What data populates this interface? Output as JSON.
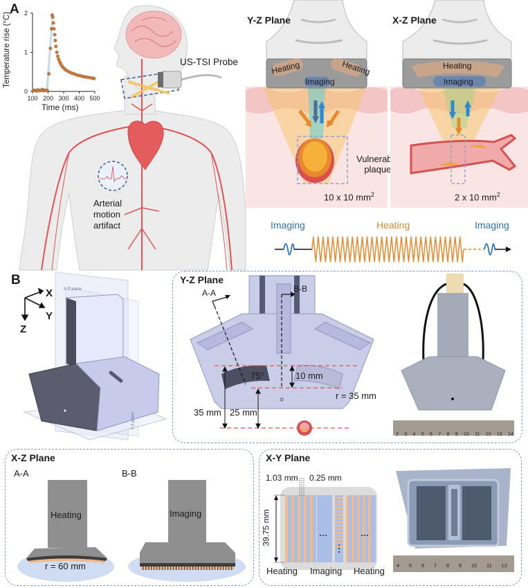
{
  "figure": {
    "panel_a": {
      "letter": "A",
      "inset_chart": {
        "ylabel": "Temperature rise (°C)",
        "xlabel": "Time (ms)"
      },
      "probe_label": "US-TSI Probe",
      "artifact_label": [
        "Arterial",
        "motion",
        "artifact"
      ],
      "yz_plane": {
        "title": "Y-Z Plane",
        "heating_left": "Heating",
        "heating_right": "Heating",
        "imaging": "Imaging",
        "area": "10 x 10 mm",
        "area_sup": "2"
      },
      "xz_plane": {
        "title": "X-Z Plane",
        "heating": "Heating",
        "imaging": "Imaging",
        "area": "2 x 10 mm",
        "area_sup": "2"
      },
      "plaque_label": [
        "Vulnerable",
        "plaque"
      ],
      "sequence": {
        "imaging_left": "Imaging",
        "heating": "Heating",
        "imaging_right": "Imaging"
      }
    },
    "panel_b": {
      "letter": "B",
      "axes": {
        "x": "X",
        "y": "Y",
        "z": "Z"
      },
      "cad_plane_labels": [
        "X-Z plane",
        "Y-Z plane"
      ],
      "yz_section": {
        "title": "Y-Z Plane",
        "section_aa": "A-A",
        "section_bb": "B-B",
        "angle": "75°",
        "dim_10": "10 mm",
        "radius": "r = 35 mm",
        "dim_35": "35 mm",
        "dim_25": "25 mm"
      },
      "ruler_top_ticks": [
        "2",
        "3",
        "4",
        "5",
        "6",
        "7",
        "8",
        "9",
        "10",
        "11",
        "12",
        "13",
        "14"
      ],
      "xz_box": {
        "title": "X-Z Plane",
        "aa": "A-A",
        "bb": "B-B",
        "heating": "Heating",
        "imaging": "Imaging",
        "radius": "r = 60 mm"
      },
      "xy_box": {
        "title": "X-Y Plane",
        "pitch_left": "1.03 mm",
        "pitch_right": "0.25 mm",
        "height": "39.75 mm",
        "ellipsis": "···",
        "bottom_labels": [
          "Heating",
          "Imaging",
          "Heating"
        ]
      },
      "ruler_bottom_ticks": [
        "4",
        "5",
        "6",
        "7",
        "8",
        "9",
        "10",
        "11",
        "12"
      ]
    },
    "colors": {
      "heating_orange": "#e8892b",
      "imaging_blue": "#2e72b8",
      "artery_red": "#e05252",
      "dash_blue": "#7f98bf",
      "skin_pink": "#f9e0e0",
      "cad_blue": "#c9cde8",
      "transducer_gray": "#8f8f8f"
    }
  },
  "chart_data": {
    "type": "scatter",
    "title": "",
    "xlabel": "Time (ms)",
    "ylabel": "Temperature rise (°C)",
    "xlim": [
      100,
      500
    ],
    "ylim": [
      0,
      2
    ],
    "xticks": [
      100,
      200,
      300,
      400,
      500
    ],
    "yticks": [
      0,
      1,
      2
    ],
    "heating_window_ms": [
      185,
      225
    ],
    "series": [
      {
        "name": "Temperature rise",
        "x": [
          105,
          115,
          125,
          135,
          145,
          155,
          165,
          175,
          185,
          195,
          205,
          215,
          222,
          226,
          230,
          234,
          238,
          242,
          246,
          250,
          256,
          262,
          268,
          275,
          282,
          290,
          300,
          310,
          320,
          335,
          350,
          365,
          380,
          395,
          410,
          425,
          440,
          455,
          470,
          485,
          495
        ],
        "y": [
          0.02,
          0.03,
          0.01,
          0.04,
          0.02,
          0.03,
          0.05,
          0.02,
          0.03,
          0.02,
          0.45,
          1.1,
          1.6,
          1.95,
          1.9,
          1.75,
          1.6,
          1.45,
          1.3,
          1.15,
          1.0,
          0.9,
          0.82,
          0.75,
          0.7,
          0.64,
          0.6,
          0.56,
          0.53,
          0.5,
          0.47,
          0.45,
          0.43,
          0.41,
          0.4,
          0.38,
          0.37,
          0.36,
          0.35,
          0.34,
          0.33
        ]
      }
    ]
  }
}
